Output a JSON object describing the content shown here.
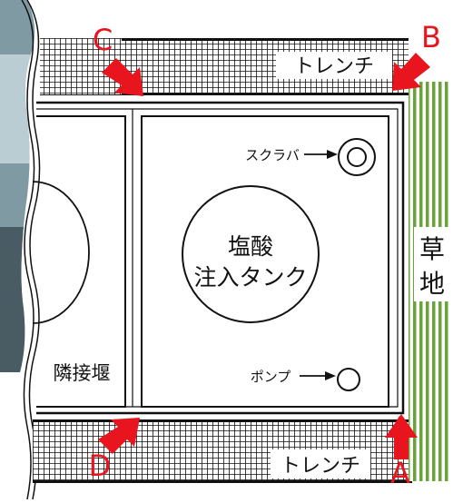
{
  "diagram": {
    "trench_top_label": "トレンチ",
    "trench_bottom_label": "トレンチ",
    "tank_label_line1": "塩酸",
    "tank_label_line2": "注入タンク",
    "scrubber_label": "スクラバ",
    "pump_label": "ポンプ",
    "adjacent_weir_label": "隣接堰",
    "grass_label_line1": "草",
    "grass_label_line2": "地",
    "point_a": "A",
    "point_b": "B",
    "point_c": "C",
    "point_d": "D",
    "arrow_color": "#e8141e",
    "letter_color": "#e8141e",
    "grass_color": "#6aa33a"
  }
}
